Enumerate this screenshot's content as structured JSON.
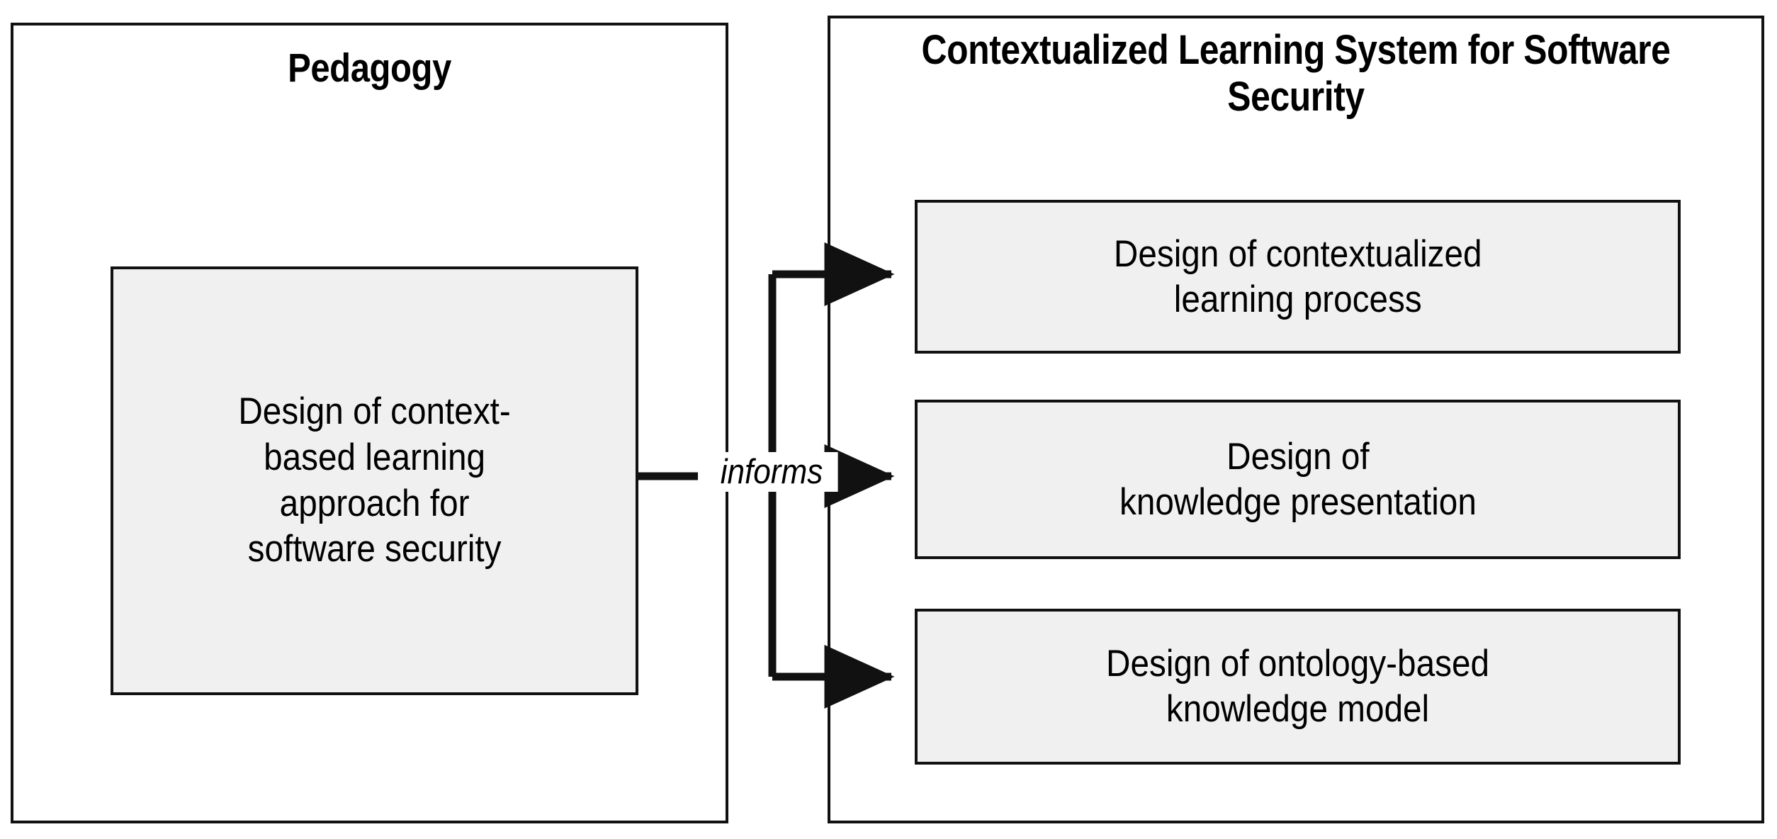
{
  "diagram": {
    "panels": [
      {
        "id": "pedagogy",
        "title": "Pedagogy",
        "nodes": [
          {
            "id": "context-approach",
            "label": "Design of context-\nbased learning\napproach for\nsoftware security"
          }
        ]
      },
      {
        "id": "contextualized-learning-system",
        "title": "Contextualized Learning System\nfor Software Security",
        "nodes": [
          {
            "id": "learning-process",
            "label": "Design of contextualized\nlearning process"
          },
          {
            "id": "knowledge-presentation",
            "label": "Design of\nknowledge presentation"
          },
          {
            "id": "knowledge-model",
            "label": "Design of ontology-based\nknowledge model"
          }
        ]
      }
    ],
    "edges": [
      {
        "id": "informs",
        "label": "informs",
        "from": "context-approach",
        "to": [
          "learning-process",
          "knowledge-presentation",
          "knowledge-model"
        ]
      }
    ],
    "colors": {
      "node_fill": "#f0f0f0",
      "stroke": "#111111",
      "background": "#ffffff",
      "text": "#000000"
    }
  }
}
